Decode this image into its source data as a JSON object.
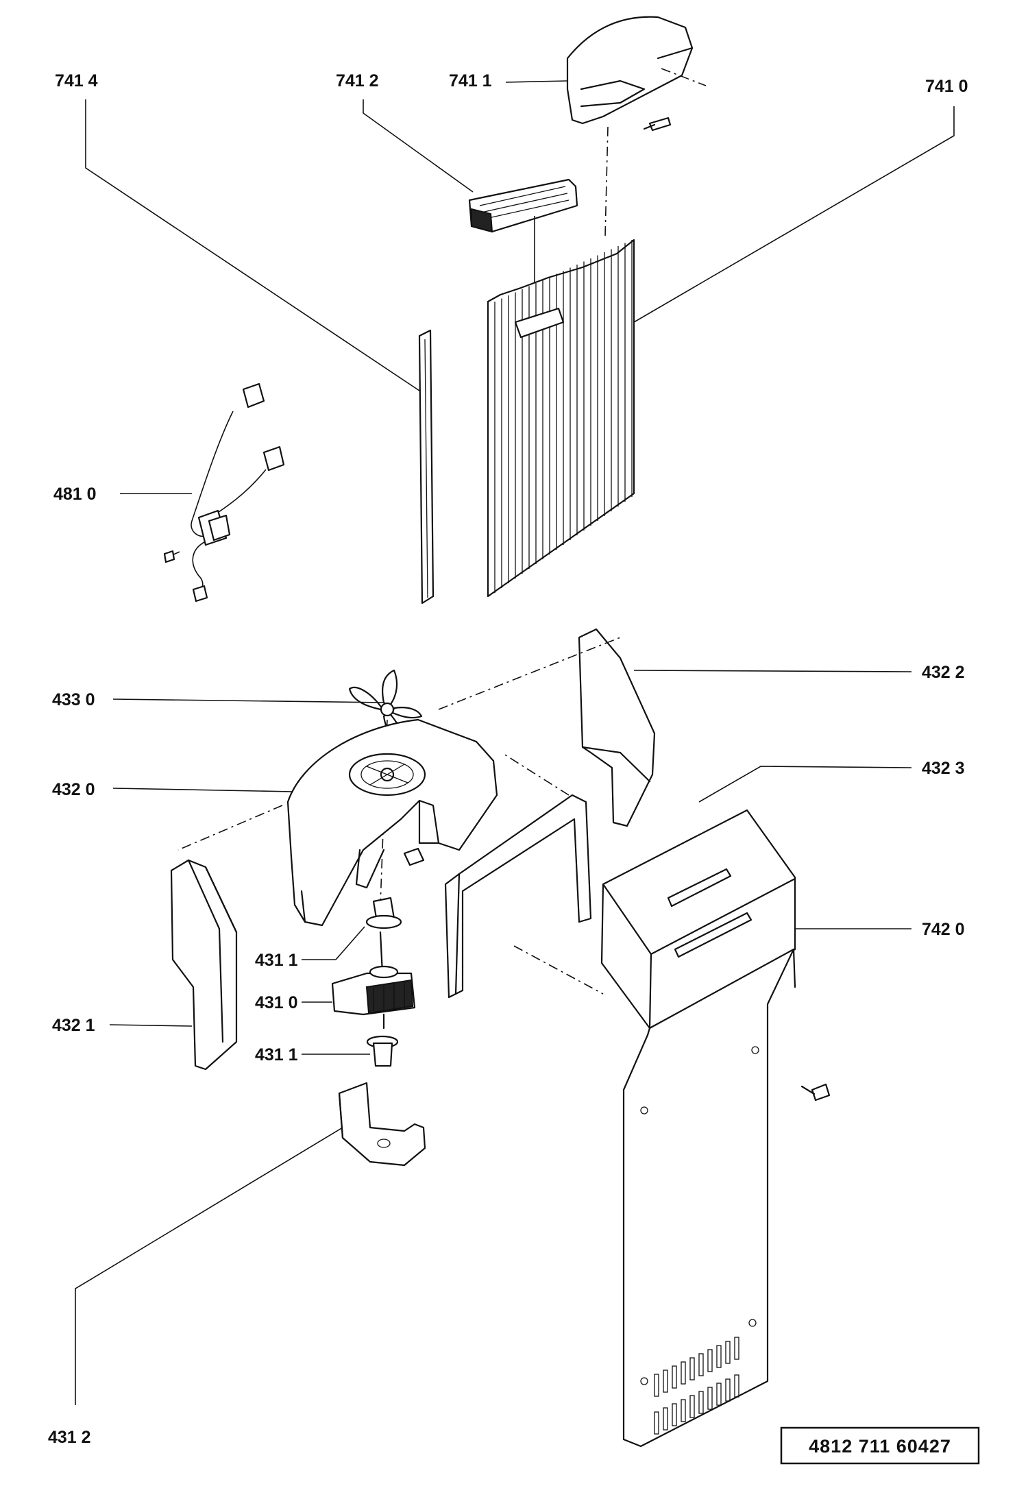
{
  "labels": {
    "l7414": "741 4",
    "l7412": "741 2",
    "l7411": "741 1",
    "l7410": "741 0",
    "l4810": "481 0",
    "l4322": "432 2",
    "l4330": "433 0",
    "l4320": "432 0",
    "l4323": "432 3",
    "l7420": "742 0",
    "l4311a": "431 1",
    "l4310": "431 0",
    "l4321": "432 1",
    "l4311b": "431 1",
    "l4312": "431 2"
  },
  "reference_number": "4812 711 60427"
}
